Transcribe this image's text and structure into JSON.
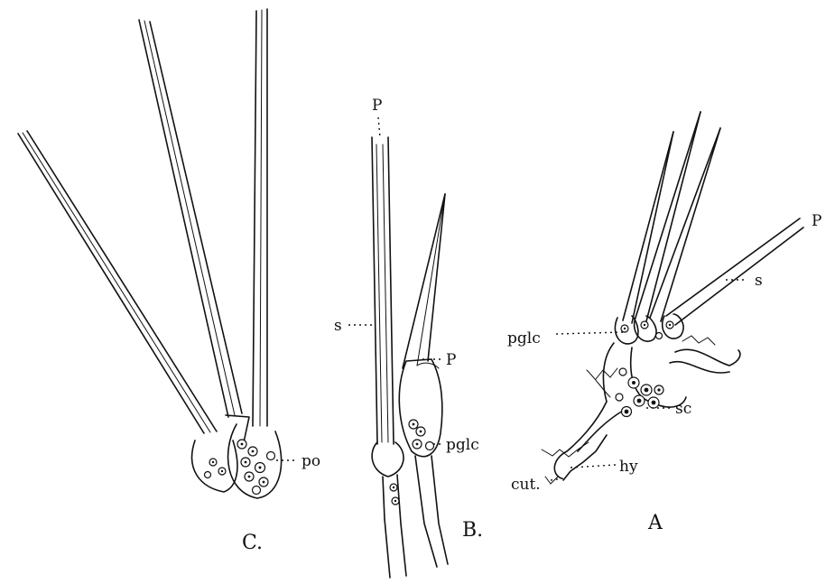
{
  "figure": {
    "panels": {
      "a": "A",
      "b": "B.",
      "c": "C."
    },
    "labels": {
      "a_p": "P",
      "a_s": "s",
      "a_pglc": "pglc",
      "a_sc": "sc",
      "a_hy": "hy",
      "a_cut": "cut.",
      "b_p_top": "P",
      "b_s": "s",
      "b_p_mid": "P",
      "b_pglc": "pglc",
      "c_po": "po"
    }
  }
}
